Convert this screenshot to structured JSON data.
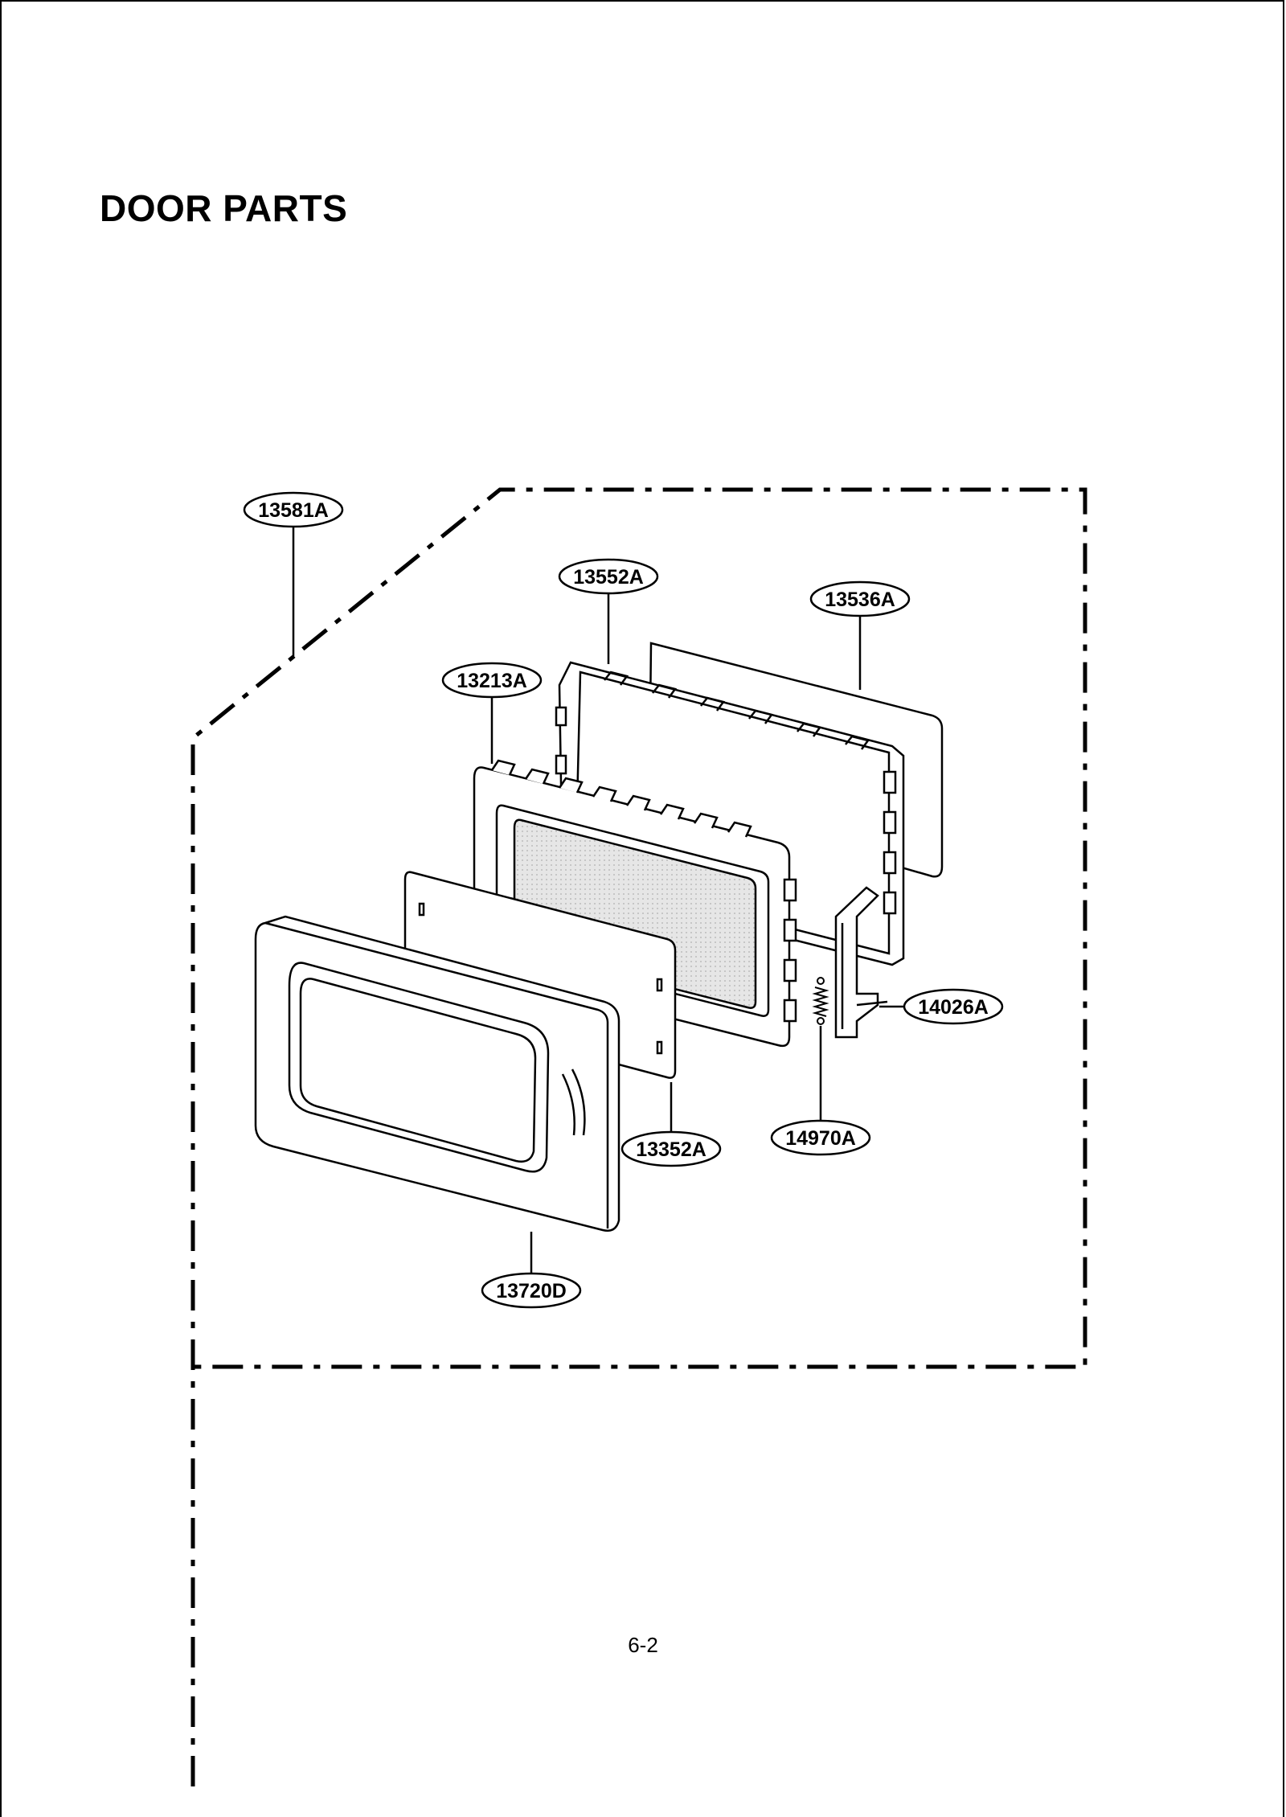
{
  "page": {
    "title": "DOOR PARTS",
    "page_number": "6-2"
  },
  "parts": [
    {
      "id": "assembly",
      "label": "13581A"
    },
    {
      "id": "door-choke",
      "label": "13552A"
    },
    {
      "id": "choke-cover",
      "label": "13536A"
    },
    {
      "id": "door-frame",
      "label": "13213A"
    },
    {
      "id": "latch-lever",
      "label": "14026A"
    },
    {
      "id": "spring",
      "label": "14970A"
    },
    {
      "id": "door-glass",
      "label": "13352A"
    },
    {
      "id": "door-panel",
      "label": "13720D"
    }
  ],
  "colors": {
    "line": "#000000",
    "window_shading": "#d9d9d9",
    "background": "#ffffff"
  }
}
